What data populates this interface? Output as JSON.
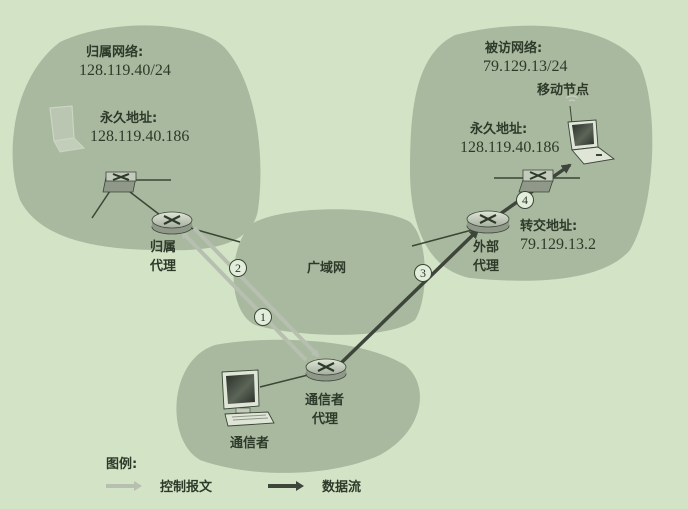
{
  "colors": {
    "background": "#d3e4c6",
    "network_blob": "#a9b99f",
    "control_arrow": "#b7bfb0",
    "data_arrow": "#3e463b",
    "text": "#2d3a2a"
  },
  "home_network": {
    "title": "归属网络:",
    "prefix": "128.119.40/24",
    "permanent_address_label": "永久地址:",
    "permanent_address": "128.119.40.186",
    "agent_label_line1": "归属",
    "agent_label_line2": "代理"
  },
  "wan": {
    "label": "广域网"
  },
  "visited_network": {
    "title": "被访网络:",
    "prefix": "79.129.13/24",
    "mobile_node_label": "移动节点",
    "permanent_address_label": "永久地址:",
    "permanent_address": "128.119.40.186",
    "care_of_address_label": "转交地址:",
    "care_of_address": "79.129.13.2",
    "agent_label_line1": "外部",
    "agent_label_line2": "代理"
  },
  "correspondent_network": {
    "correspondent_label": "通信者",
    "agent_label_line1": "通信者",
    "agent_label_line2": "代理"
  },
  "steps": [
    {
      "number": "1",
      "type": "control",
      "from": "correspondent-agent",
      "to": "home-agent"
    },
    {
      "number": "2",
      "type": "control",
      "from": "home-agent",
      "to": "correspondent-agent"
    },
    {
      "number": "3",
      "type": "data",
      "from": "correspondent-agent",
      "to": "foreign-agent"
    },
    {
      "number": "4",
      "type": "data",
      "from": "foreign-agent",
      "to": "mobile-node"
    }
  ],
  "legend": {
    "title": "图例:",
    "control_label": "控制报文",
    "data_label": "数据流"
  }
}
